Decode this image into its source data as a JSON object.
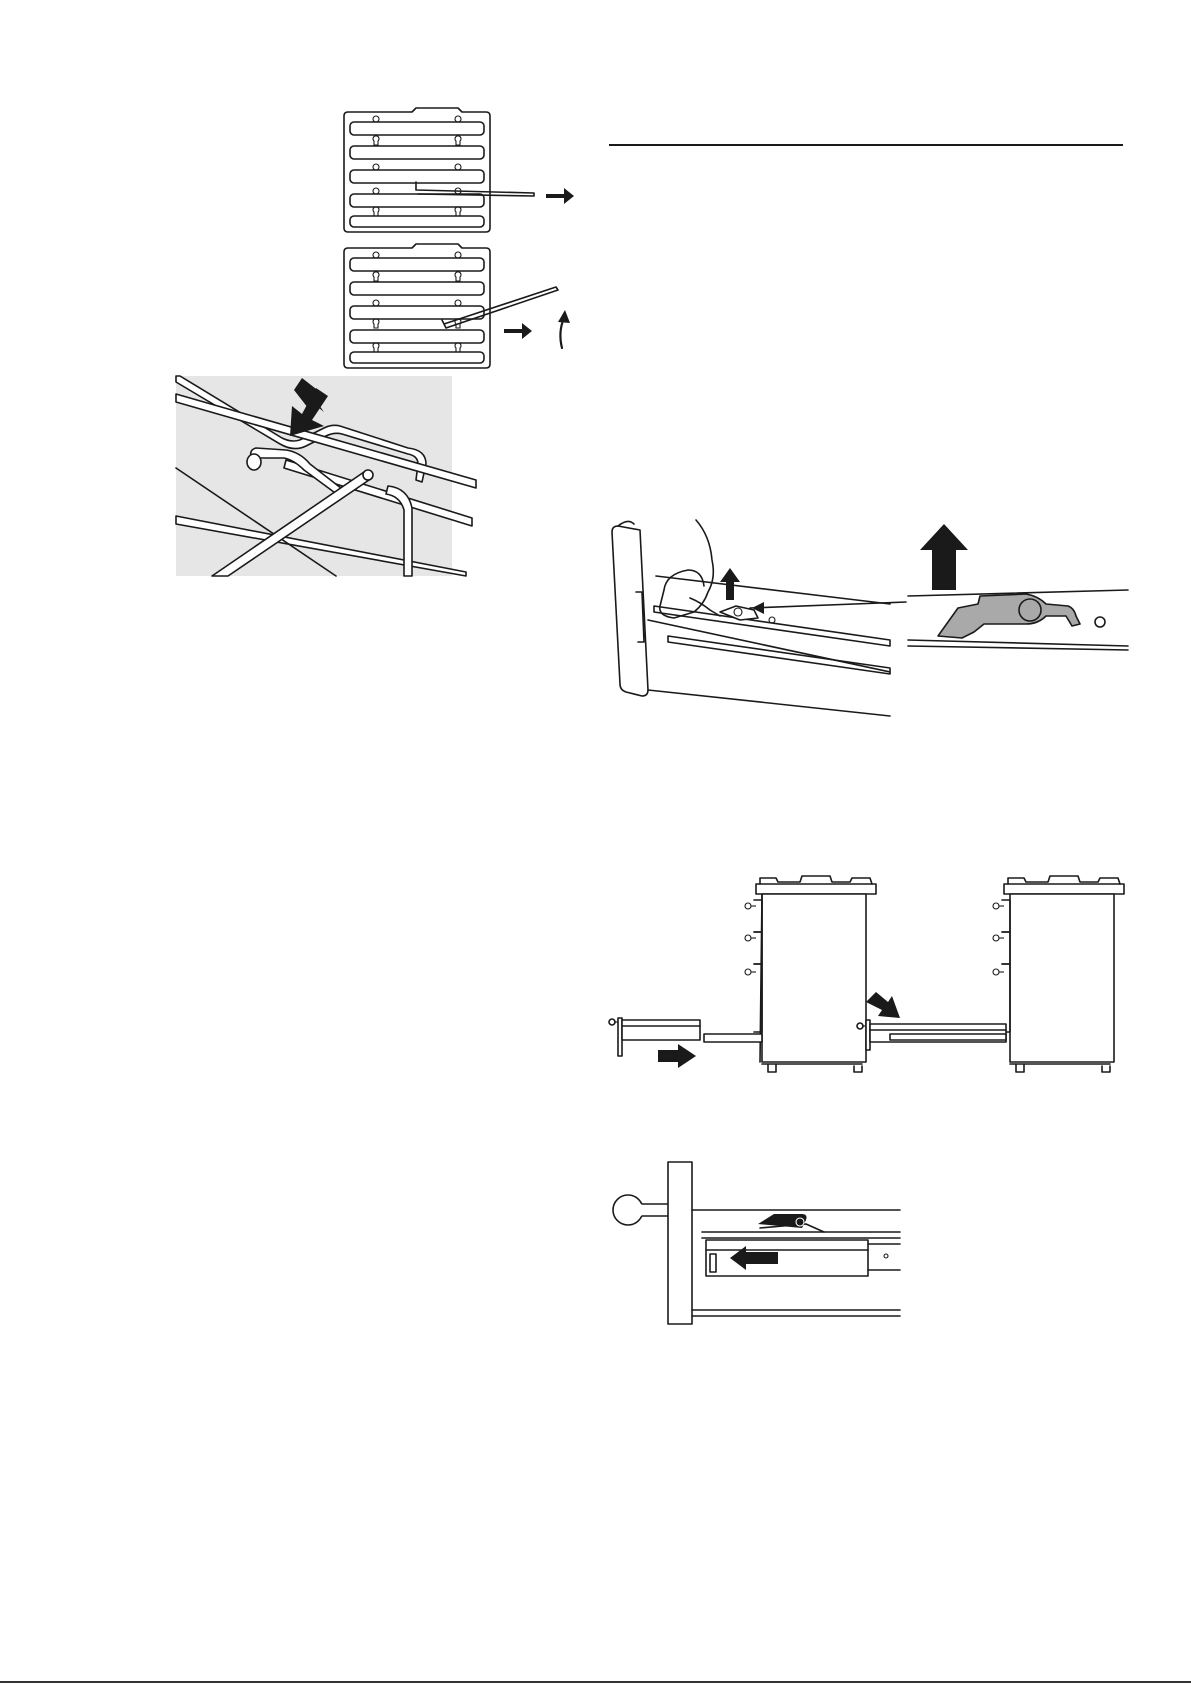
{
  "page": {
    "background": "#ffffff",
    "ink": "#1a1a1a",
    "illustration_fill": "#e6e6e6",
    "detail_grey": "#a9a9a9"
  },
  "figures": [
    {
      "id": "rack-support-unhook",
      "icon": "oven-side-wall-rack-supports"
    },
    {
      "id": "rack-support-lift-out",
      "icon": "oven-side-wall-rack-supports"
    },
    {
      "id": "shelf-insert-detail",
      "icon": "wire-shelf-close-up"
    },
    {
      "id": "drawer-latch-release",
      "icon": "telescopic-runner-latch"
    },
    {
      "id": "drawer-remove-insert",
      "icon": "cooker-side-view"
    },
    {
      "id": "drawer-runner-lock",
      "icon": "drawer-runner-close-up"
    }
  ]
}
